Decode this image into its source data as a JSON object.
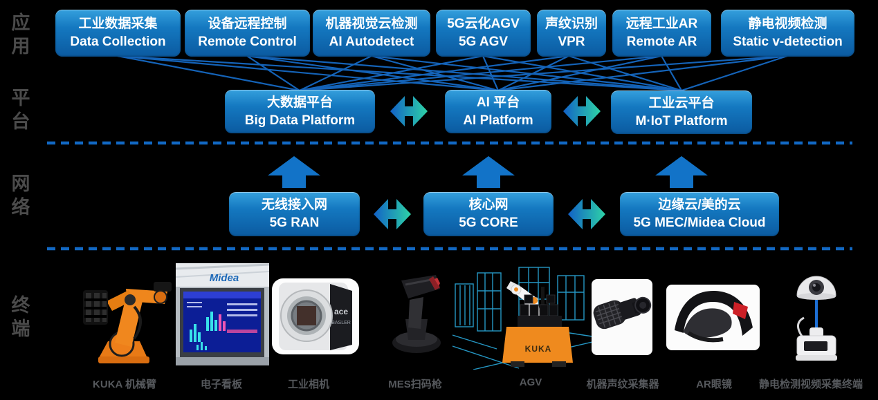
{
  "rows": {
    "application": {
      "label": "应用",
      "boxes": [
        {
          "cn": "工业数据采集",
          "en": "Data Collection"
        },
        {
          "cn": "设备远程控制",
          "en": "Remote Control"
        },
        {
          "cn": "机器视觉云检测",
          "en": "AI Autodetect"
        },
        {
          "cn": "5G云化AGV",
          "en": "5G AGV"
        },
        {
          "cn": "声纹识别",
          "en": "VPR"
        },
        {
          "cn": "远程工业AR",
          "en": "Remote AR"
        },
        {
          "cn": "静电视频检测",
          "en": "Static v-detection"
        }
      ]
    },
    "platform": {
      "label": "平台",
      "boxes": [
        {
          "cn": "大数据平台",
          "en": "Big Data Platform"
        },
        {
          "cn": "AI 平台",
          "en": "AI Platform"
        },
        {
          "cn": "工业云平台",
          "en": "M·IoT Platform"
        }
      ]
    },
    "network": {
      "label": "网络",
      "boxes": [
        {
          "cn": "无线接入网",
          "en": "5G RAN"
        },
        {
          "cn": "核心网",
          "en": "5G CORE"
        },
        {
          "cn": "边缘云/美的云",
          "en": "5G MEC/Midea Cloud"
        }
      ]
    },
    "terminal": {
      "label": "终端",
      "items": [
        "KUKA 机械臂",
        "电子看板",
        "工业相机",
        "MES扫码枪",
        "AGV",
        "机器声纹采集器",
        "AR眼镜",
        "静电检测视频采集终端"
      ]
    }
  },
  "photo_texts": {
    "midea": "Midea",
    "kuka": "KUKA",
    "basler": "BASLER",
    "ace": "ace"
  },
  "colors": {
    "background": "#000000",
    "box_gradient_top": "#35a0dd",
    "box_gradient_bottom": "#0b5aa0",
    "connector_blue": "#1463b8",
    "up_arrow_blue": "#1273c8",
    "double_arrow_teal": "#2ed3a7",
    "side_label_gray": "#4b4b4b",
    "terminal_label_gray": "#56595d"
  }
}
